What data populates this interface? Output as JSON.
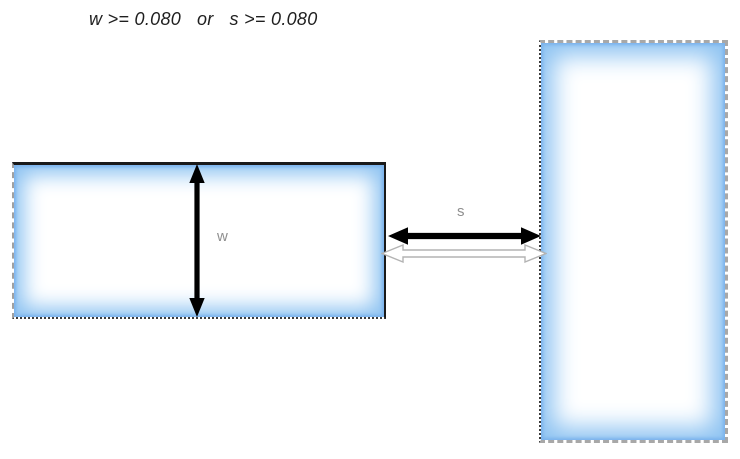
{
  "constraint": {
    "text": "w >= 0.080   or   s >= 0.080"
  },
  "dimensions": {
    "width_label": "w",
    "spacing_label": "s"
  },
  "shapes": {
    "left": {
      "description": "horizontal conductor shape with blue inner glow",
      "border_top": "solid black",
      "border_right": "solid black",
      "border_bottom": "dotted dark",
      "border_left": "dashed gray"
    },
    "right": {
      "description": "vertical conductor shape with blue inner glow",
      "border_top": "dashed gray",
      "border_right": "dashed gray",
      "border_bottom": "dashed gray",
      "border_left": "dotted dark"
    }
  },
  "colors": {
    "background": "#ffffff",
    "shape_glow_blue": "#8fc4f2",
    "shape_glow_edge": "#7ab2ec",
    "shape_center": "#ffffff",
    "solid_border": "#1a1a1a",
    "dashed_border": "#a8a8a8",
    "dotted_border": "#3a3a3a",
    "arrow_black": "#000000",
    "arrow_outline": "#b3b3b3",
    "label_gray": "#8f8f8f",
    "constraint_text": "#1f1f1f"
  }
}
